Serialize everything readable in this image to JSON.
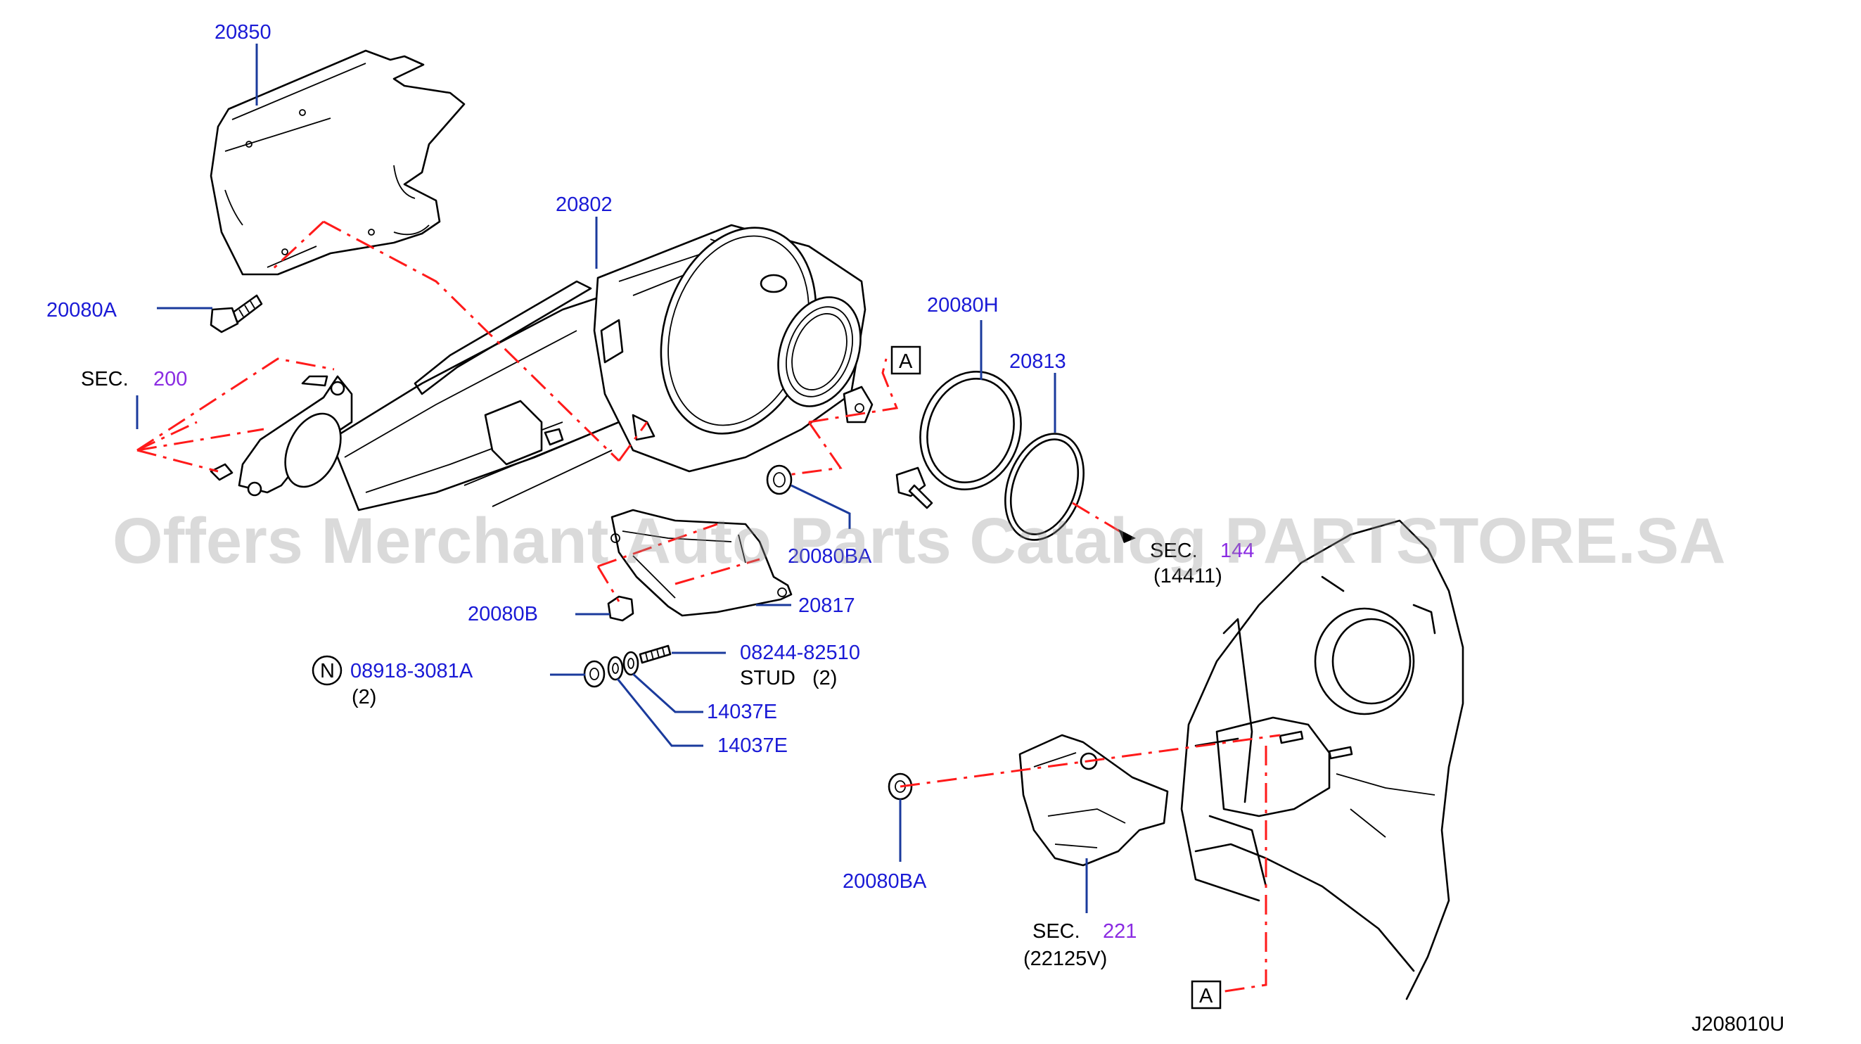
{
  "colors": {
    "part_number": "#1a1ad6",
    "section_number": "#8a2be2",
    "leader_line": "#1a3a9c",
    "assembly_line": "#ff1a1a",
    "watermark": "#969696"
  },
  "watermark": "Offers Merchant Auto Parts Catalog PARTSTORE.SA",
  "diagram_code": "J208010U",
  "ref_marker": "A",
  "n_badge": "N",
  "sec_label": "SEC.",
  "parts": {
    "p20850": "20850",
    "p20802": "20802",
    "p20080A": "20080A",
    "p20080H": "20080H",
    "p20813": "20813",
    "p20080BA_top": "20080BA",
    "p20817": "20817",
    "p20080B": "20080B",
    "p08244": "08244-82510",
    "stud_label": "STUD",
    "stud_qty": "(2)",
    "p08918": "08918-3081A",
    "p08918_qty": "(2)",
    "p14037E_1": "14037E",
    "p14037E_2": "14037E",
    "p20080BA_bottom": "20080BA"
  },
  "sections": {
    "s200": {
      "num": "200"
    },
    "s144": {
      "num": "144",
      "sub": "(14411)"
    },
    "s221": {
      "num": "221",
      "sub": "(22125V)"
    }
  }
}
